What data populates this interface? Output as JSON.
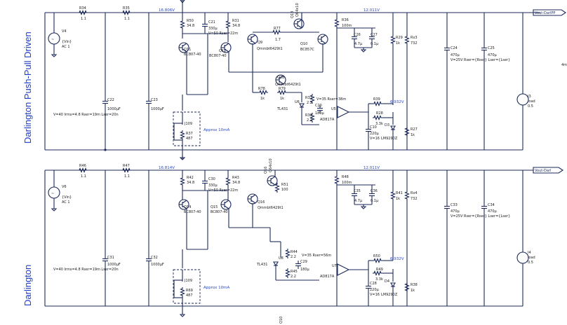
{
  "titles": {
    "top": "Darlington Push-Pull Driven",
    "bottom": "Darlington"
  },
  "top": {
    "v_source": {
      "name": "V4",
      "value": "{Vin}",
      "type": "AC 1"
    },
    "r_in1": {
      "name": "R34",
      "value": "1.1"
    },
    "r_in2": {
      "name": "R35",
      "value": "1.1"
    },
    "node_in": "16.806V",
    "node_out": "12.011V",
    "out_tag": "Vout-DarlPP",
    "c_bulk": {
      "name": "C22",
      "value": "1000µF"
    },
    "c_bulk2": {
      "name": "C23",
      "value": "1000µF"
    },
    "c_bulk_params": "V=40 Irms=4.8 Rser=19m Lser=20n",
    "r50": {
      "name": "R50",
      "value": "34.8"
    },
    "c21": {
      "name": "C21",
      "value": "330µ",
      "params": "V=50 Rser=22m"
    },
    "r31": {
      "name": "R31",
      "value": "34.8"
    },
    "q11": {
      "name": "Q11",
      "value": "BC807-40"
    },
    "q12": {
      "name": "Q12",
      "value": "BC807-40"
    },
    "q13": {
      "name": "Q13",
      "value": "Q64x10"
    },
    "r77": {
      "name": "R77",
      "value": "1.7"
    },
    "q9": {
      "name": "Q9",
      "value": "Qmmbt6429t1"
    },
    "q10": {
      "name": "Q10",
      "value": "BC857C"
    },
    "q28": {
      "name": "Q28",
      "value": "Qmmbt6429t1"
    },
    "r78": {
      "name": "R78",
      "value": "1k"
    },
    "r79": {
      "name": "R79",
      "value": "1k"
    },
    "r36": {
      "name": "R36",
      "value": "100m"
    },
    "c26": {
      "name": "C26",
      "value": "4.7µ"
    },
    "c27": {
      "name": "C27",
      "value": "0.1µ"
    },
    "r29": {
      "name": "R29",
      "value": "1k"
    },
    "r3": {
      "name": "Rx3",
      "value": "732"
    },
    "c24": {
      "name": "C24",
      "value": "470µ",
      "params": "V=25V Rser={Rser} Lser={Lser}"
    },
    "c25": {
      "name": "C25",
      "value": "470µ",
      "params": "V=25V Rser={Rser} Lser={Lser}"
    },
    "i_load": {
      "name": "I3",
      "value": "load",
      "extra": "0.5"
    },
    "u6": {
      "name": "U6",
      "value": "TL431"
    },
    "r32": {
      "name": "R32",
      "value": "2.2"
    },
    "r33": {
      "name": "R33",
      "value": "2.2"
    },
    "c20": {
      "name": "C20",
      "value": "180µ",
      "params": "V=35 Rser=38m"
    },
    "u5": {
      "name": "U5",
      "value": "AD817A"
    },
    "r39": {
      "name": "R39",
      "value": ""
    },
    "node_fb": "6.932V",
    "r28": {
      "name": "R28",
      "value": "3.3k"
    },
    "c10": {
      "name": "C10",
      "value": "220µ",
      "params": "V=16"
    },
    "d3": {
      "name": "D3",
      "value": "LM9290Z"
    },
    "r27": {
      "name": "R27",
      "value": "1k"
    },
    "j109": {
      "name": "J109",
      "value": ""
    },
    "r37": {
      "name": "R37",
      "value": "487"
    },
    "approx": "Approx 10mA"
  },
  "bottom": {
    "v_source": {
      "name": "V6",
      "value": "{Vin}",
      "type": "AC 1"
    },
    "r_in1": {
      "name": "R46",
      "value": "1.1"
    },
    "r_in2": {
      "name": "R47",
      "value": "1.1"
    },
    "node_in": "16.814V",
    "node_out": "12.011V",
    "out_tag": "Vout-Darl",
    "c_bulk": {
      "name": "C31",
      "value": "1000µF"
    },
    "c_bulk2": {
      "name": "C32",
      "value": "1000µF"
    },
    "c_bulk_params": "V=40 Irms=4.8 Rser=19m Lser=20n",
    "r42": {
      "name": "R42",
      "value": "34.8"
    },
    "c30": {
      "name": "C30",
      "value": "330µ",
      "params": "V=50 Rser=22m"
    },
    "r43": {
      "name": "R43",
      "value": "34.8"
    },
    "q14": {
      "name": "Q14",
      "value": "BC807-40"
    },
    "q15": {
      "name": "Q15",
      "value": "BC807-40"
    },
    "q16": {
      "name": "Q16",
      "value": "Q64x10"
    },
    "r51": {
      "name": "R51",
      "value": "100"
    },
    "q_drv": {
      "name": "Q16",
      "value": "Qmmbt6429t1"
    },
    "r48": {
      "name": "R48",
      "value": "100m"
    },
    "c35": {
      "name": "C35",
      "value": "4.7µ"
    },
    "c36": {
      "name": "C36",
      "value": "0.1µ"
    },
    "r41": {
      "name": "R41",
      "value": "1k"
    },
    "r4": {
      "name": "Rx4",
      "value": "732"
    },
    "c33": {
      "name": "C33",
      "value": "470µ",
      "params": "V=25V Rser={Rser} Lser={Lser}"
    },
    "c34": {
      "name": "C34",
      "value": "470µ",
      "params": "V=25V Rser={Rser} Lser={Lser}"
    },
    "i_load": {
      "name": "I4",
      "value": "load",
      "extra": "0.5"
    },
    "u8": {
      "name": "U8",
      "value": "TL431"
    },
    "r44": {
      "name": "R44",
      "value": "2.2"
    },
    "r45": {
      "name": "R45",
      "value": "2.2"
    },
    "c29": {
      "name": "C29",
      "value": "180µ",
      "params": "V=35 Rser=56m"
    },
    "u7": {
      "name": "U7",
      "value": "AD817A"
    },
    "r50b": {
      "name": "R50",
      "value": ""
    },
    "node_fb": "6.932V",
    "r49": {
      "name": "R49",
      "value": "3.3k"
    },
    "c28": {
      "name": "C28",
      "value": "220µ",
      "params": "V=16"
    },
    "d4": {
      "name": "D4",
      "value": "LM9290Z"
    },
    "r38": {
      "name": "R38",
      "value": "1k"
    },
    "j109": {
      "name": "J109",
      "value": ""
    },
    "r69": {
      "name": "R69",
      "value": "487"
    },
    "approx": "Approx 10mA"
  },
  "stray": {
    "mid_right": "4m",
    "bottom_frag": "Q10"
  }
}
